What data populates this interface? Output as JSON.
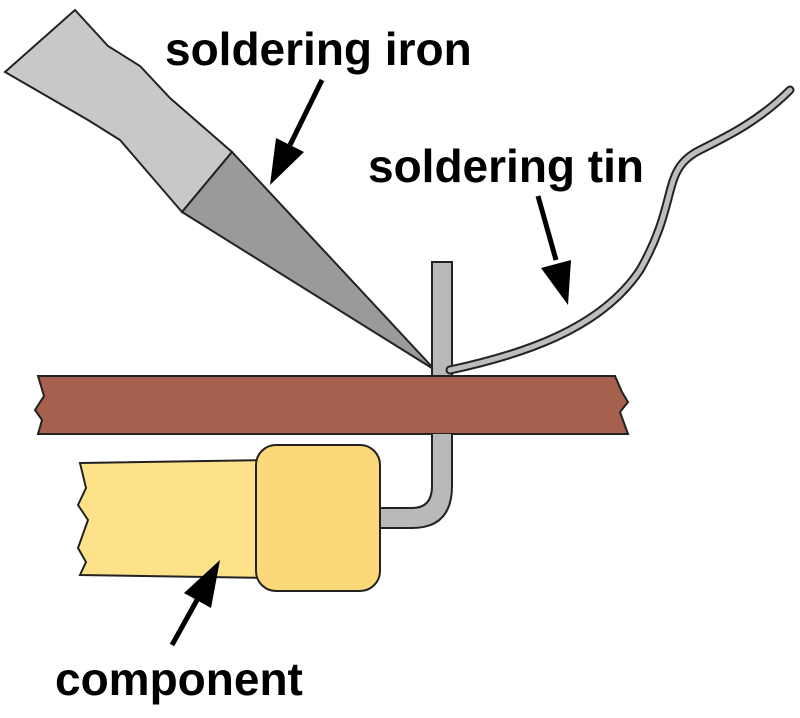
{
  "labels": {
    "soldering_iron": "soldering iron",
    "soldering_tin": "soldering tin",
    "component": "component"
  },
  "colors": {
    "background": "#ffffff",
    "iron_handle": "#c8c8c8",
    "iron_tip": "#9a9a9a",
    "board": "#a8604e",
    "component_body": "#fde28a",
    "component_cap": "#fbd97a",
    "lead": "#b9b9b9",
    "tin_wire": "#bdbdbd",
    "outline": "#222222",
    "arrow": "#000000"
  }
}
